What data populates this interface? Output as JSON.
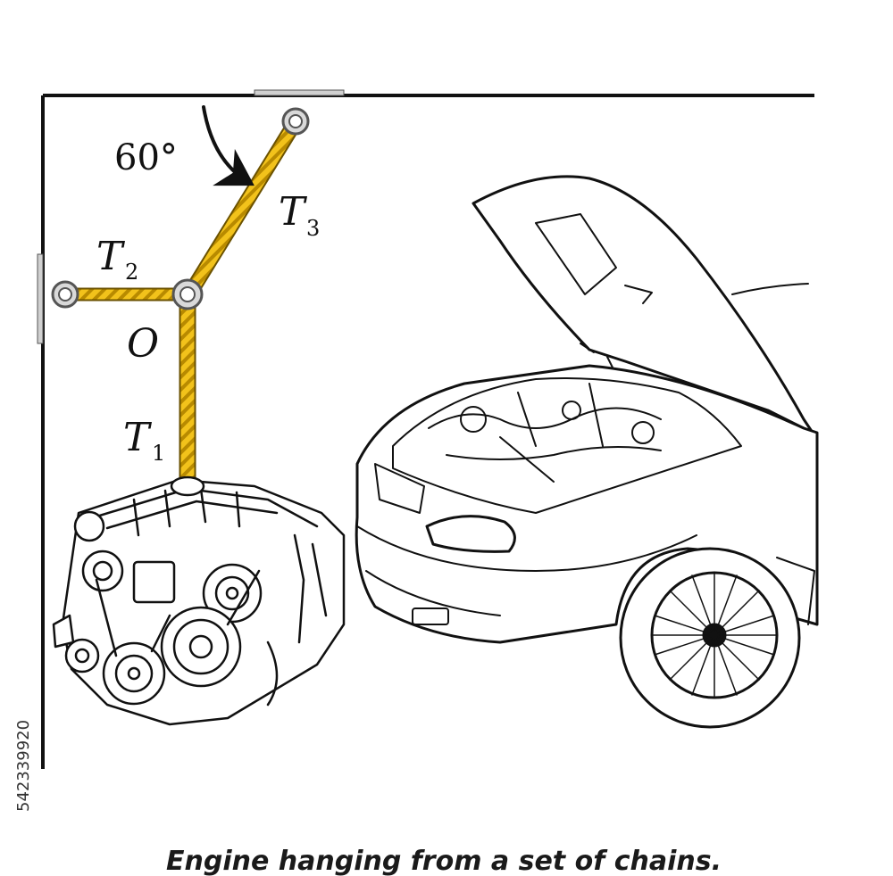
{
  "diagram": {
    "angle_label": "60°",
    "chain_labels": {
      "t1": {
        "main": "T",
        "sub": "1"
      },
      "t2": {
        "main": "T",
        "sub": "2"
      },
      "t3": {
        "main": "T",
        "sub": "3"
      }
    },
    "joint_label": "O",
    "caption": "Engine hanging from a set of chains.",
    "stock_id": "542339920",
    "colors": {
      "chain": "#f2c21b",
      "chain_shadow": "#b88a00",
      "ink": "#111111",
      "ring": "#d9d9d9"
    },
    "icons": [
      "engine-illustration",
      "car-illustration",
      "ring-icon",
      "angle-arrow-icon"
    ]
  }
}
